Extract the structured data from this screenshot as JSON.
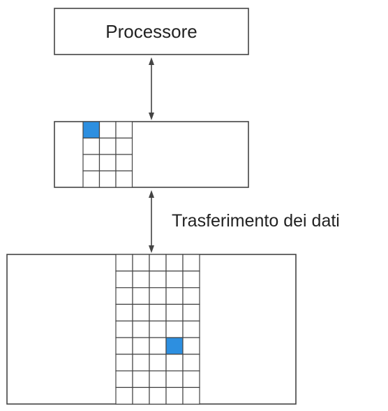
{
  "processor": {
    "label": "Processore"
  },
  "transfer": {
    "label": "Trasferimento dei dati"
  },
  "cache_memory": {
    "cols": 3,
    "rows": 4,
    "highlighted": {
      "row": 0,
      "col": 0
    }
  },
  "main_memory": {
    "cols": 5,
    "rows": 9,
    "highlighted": {
      "row": 5,
      "col": 3
    }
  },
  "colors": {
    "highlight": "#2d8fe0",
    "stroke": "#444444",
    "text": "#222222"
  }
}
